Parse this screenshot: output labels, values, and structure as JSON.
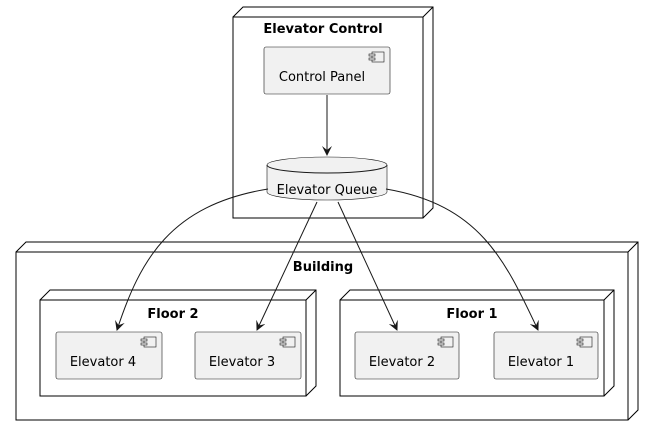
{
  "diagram": {
    "nodes": {
      "elevator_control": "Elevator Control",
      "building": "Building",
      "floor2": "Floor 2",
      "floor1": "Floor 1"
    },
    "components": {
      "control_panel": "Control Panel",
      "elevator_queue": "Elevator Queue",
      "elevator4": "Elevator 4",
      "elevator3": "Elevator 3",
      "elevator2": "Elevator 2",
      "elevator1": "Elevator 1"
    },
    "edges": [
      {
        "from": "Control Panel",
        "to": "Elevator Queue"
      },
      {
        "from": "Elevator Queue",
        "to": "Elevator 4"
      },
      {
        "from": "Elevator Queue",
        "to": "Elevator 3"
      },
      {
        "from": "Elevator Queue",
        "to": "Elevator 2"
      },
      {
        "from": "Elevator Queue",
        "to": "Elevator 1"
      }
    ]
  }
}
